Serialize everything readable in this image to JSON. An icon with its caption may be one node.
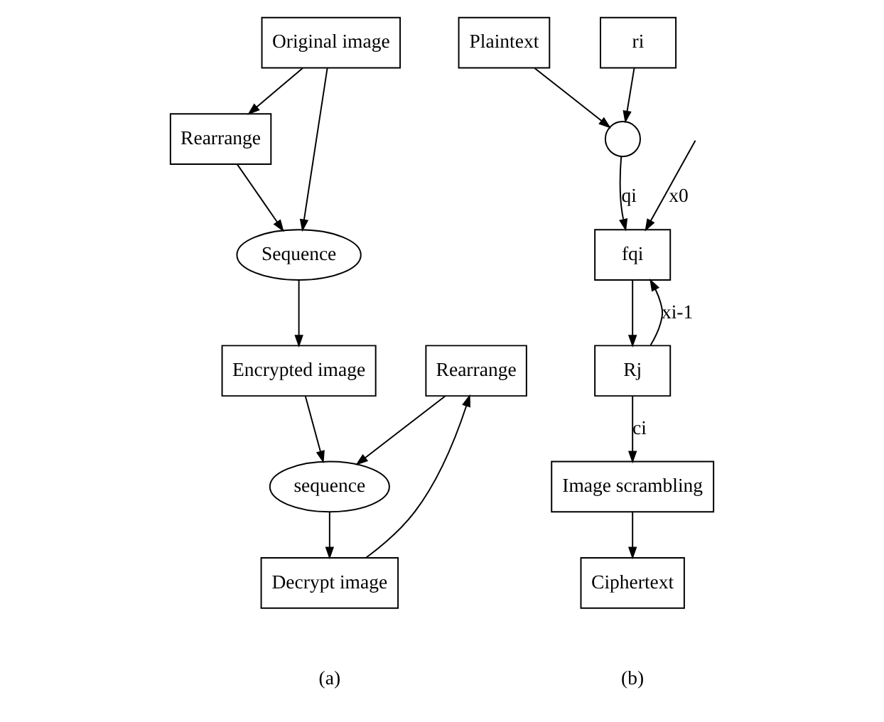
{
  "diagram": {
    "nodes": [
      {
        "text": [
          "Original image"
        ]
      },
      {
        "text": [
          "Rearrange"
        ]
      },
      {
        "text": [
          "Sequence"
        ]
      },
      {
        "text": [
          "Encrypted image"
        ]
      },
      {
        "text": [
          "Rearrange"
        ]
      },
      {
        "text": [
          "sequence"
        ]
      },
      {
        "text": [
          "Decrypt image"
        ]
      },
      {
        "text": [
          "Plaintext"
        ]
      },
      {
        "text": [
          "ri"
        ]
      },
      {
        "text": [],
        "shape": "circle"
      },
      {
        "text": [
          "fqi"
        ]
      },
      {
        "text": [
          "Rj"
        ]
      },
      {
        "text": [
          "Image scrambling"
        ]
      },
      {
        "text": [
          "Ciphertext"
        ]
      }
    ],
    "edges": [
      {
        "from": 0,
        "to": 1,
        "arrow": "to"
      },
      {
        "from": 0,
        "to": 2,
        "arrow": "to"
      },
      {
        "from": 1,
        "to": 2,
        "arrow": "to"
      },
      {
        "from": 2,
        "to": 3,
        "arrow": "to"
      },
      {
        "from": 3,
        "to": 5,
        "arrow": "to"
      },
      {
        "from": 4,
        "to": 5,
        "arrow": "to"
      },
      {
        "from": 5,
        "to": 6,
        "arrow": "to"
      },
      {
        "from": 6,
        "to": 4,
        "arrow": "to"
      },
      {
        "from": 7,
        "to": 9,
        "arrow": "to"
      },
      {
        "from": 8,
        "to": 9,
        "arrow": "to"
      },
      {
        "from": 9,
        "to": 10,
        "arrow": "to",
        "label": "qi"
      },
      {
        "from": 10,
        "to": 11,
        "arrow": "to"
      },
      {
        "from": 11,
        "to": 10,
        "arrow": "to",
        "label": "xi-1"
      },
      {
        "from": null,
        "to": 10,
        "arrow": "to",
        "label": "x0"
      },
      {
        "from": 11,
        "to": 12,
        "arrow": "to",
        "label": "ci"
      },
      {
        "from": 12,
        "to": 13,
        "arrow": "to"
      }
    ],
    "labels": [
      "(a)",
      "(b)"
    ]
  }
}
